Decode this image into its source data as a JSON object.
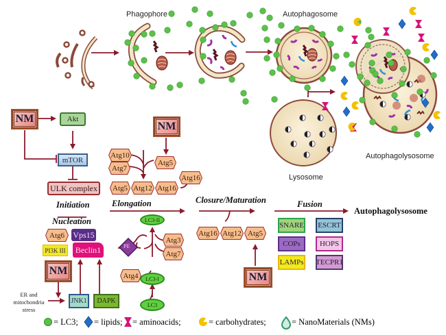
{
  "colors": {
    "arrow": "#8b1a2b",
    "lc3_green": "#5cc04a",
    "lipid_blue": "#1f6fc9",
    "aminoacid_magenta": "#d4147a",
    "carbohydrate_yellow": "#f2c200",
    "vesicle_fill": "#f3e6c8",
    "vesicle_border": "#8b4a3a"
  },
  "top_row": {
    "phagophore_label": "Phagophore",
    "autophagosome_label": "Autophagosome",
    "lysosome_label": "Lysosome",
    "autophagolysosome_label": "Autophagolysosome"
  },
  "signaling": {
    "nm_label": "NM",
    "akt": "Akt",
    "mtor": "mTOR",
    "ulk_complex": "ULK complex"
  },
  "stages": {
    "initiation": "Initiation",
    "nucleation": "Nucleation",
    "elongation": "Elongation",
    "closure_maturation": "Closure/Maturation",
    "fusion": "Fusion",
    "autophagolysosome": "Autophagolysosome"
  },
  "elongation_proteins": {
    "atg10": "Atg10",
    "atg7": "Atg7",
    "atg5_top": "Atg5",
    "atg5": "Atg5",
    "atg12": "Atg12",
    "atg16": "Atg16",
    "atg16_top": "Atg16"
  },
  "nucleation_proteins": {
    "atg6": "Atg6",
    "vps15": "Vps15",
    "pi3k": "PI3K III",
    "beclin1": "Beclin1",
    "jnk1": "JNK1",
    "dapk": "DAPK",
    "er_stress": [
      "ER and",
      "mitochondria",
      "stress"
    ]
  },
  "lc3_pathway": {
    "lc3_ii": "LC3-II",
    "lc3_i": "LC3-I",
    "lc3": "LC3",
    "pe": "PE",
    "atg3": "Atg3",
    "atg7": "Atg7",
    "atg4": "Atg4"
  },
  "closure_proteins": {
    "atg16": "Atg16",
    "atg12": "Atg12",
    "atg5": "Atg5"
  },
  "fusion_proteins": [
    {
      "label": "SNARE",
      "fill": "#9fd47a",
      "border": "#2fa24a"
    },
    {
      "label": "ESCRT",
      "fill": "#93c4d6",
      "border": "#23406b"
    },
    {
      "label": "COPs",
      "fill": "#9b6bc2",
      "border": "#5a2d86"
    },
    {
      "label": "HOPS",
      "fill": "#f2c6e6",
      "border": "#b0288c"
    },
    {
      "label": "LAMPs",
      "fill": "#f1ea1c",
      "border": "#e8b800"
    },
    {
      "label": "TECPR1",
      "fill": "#d39ad1",
      "border": "#4c3a6e"
    }
  ],
  "legend": {
    "lc3": "= LC3;",
    "lipids": "= lipids;",
    "aminoacids": "= aminoacids;",
    "carbohydrates": "= carbohydrates;",
    "nanomaterials": "= NanoMaterials (NMs)"
  }
}
